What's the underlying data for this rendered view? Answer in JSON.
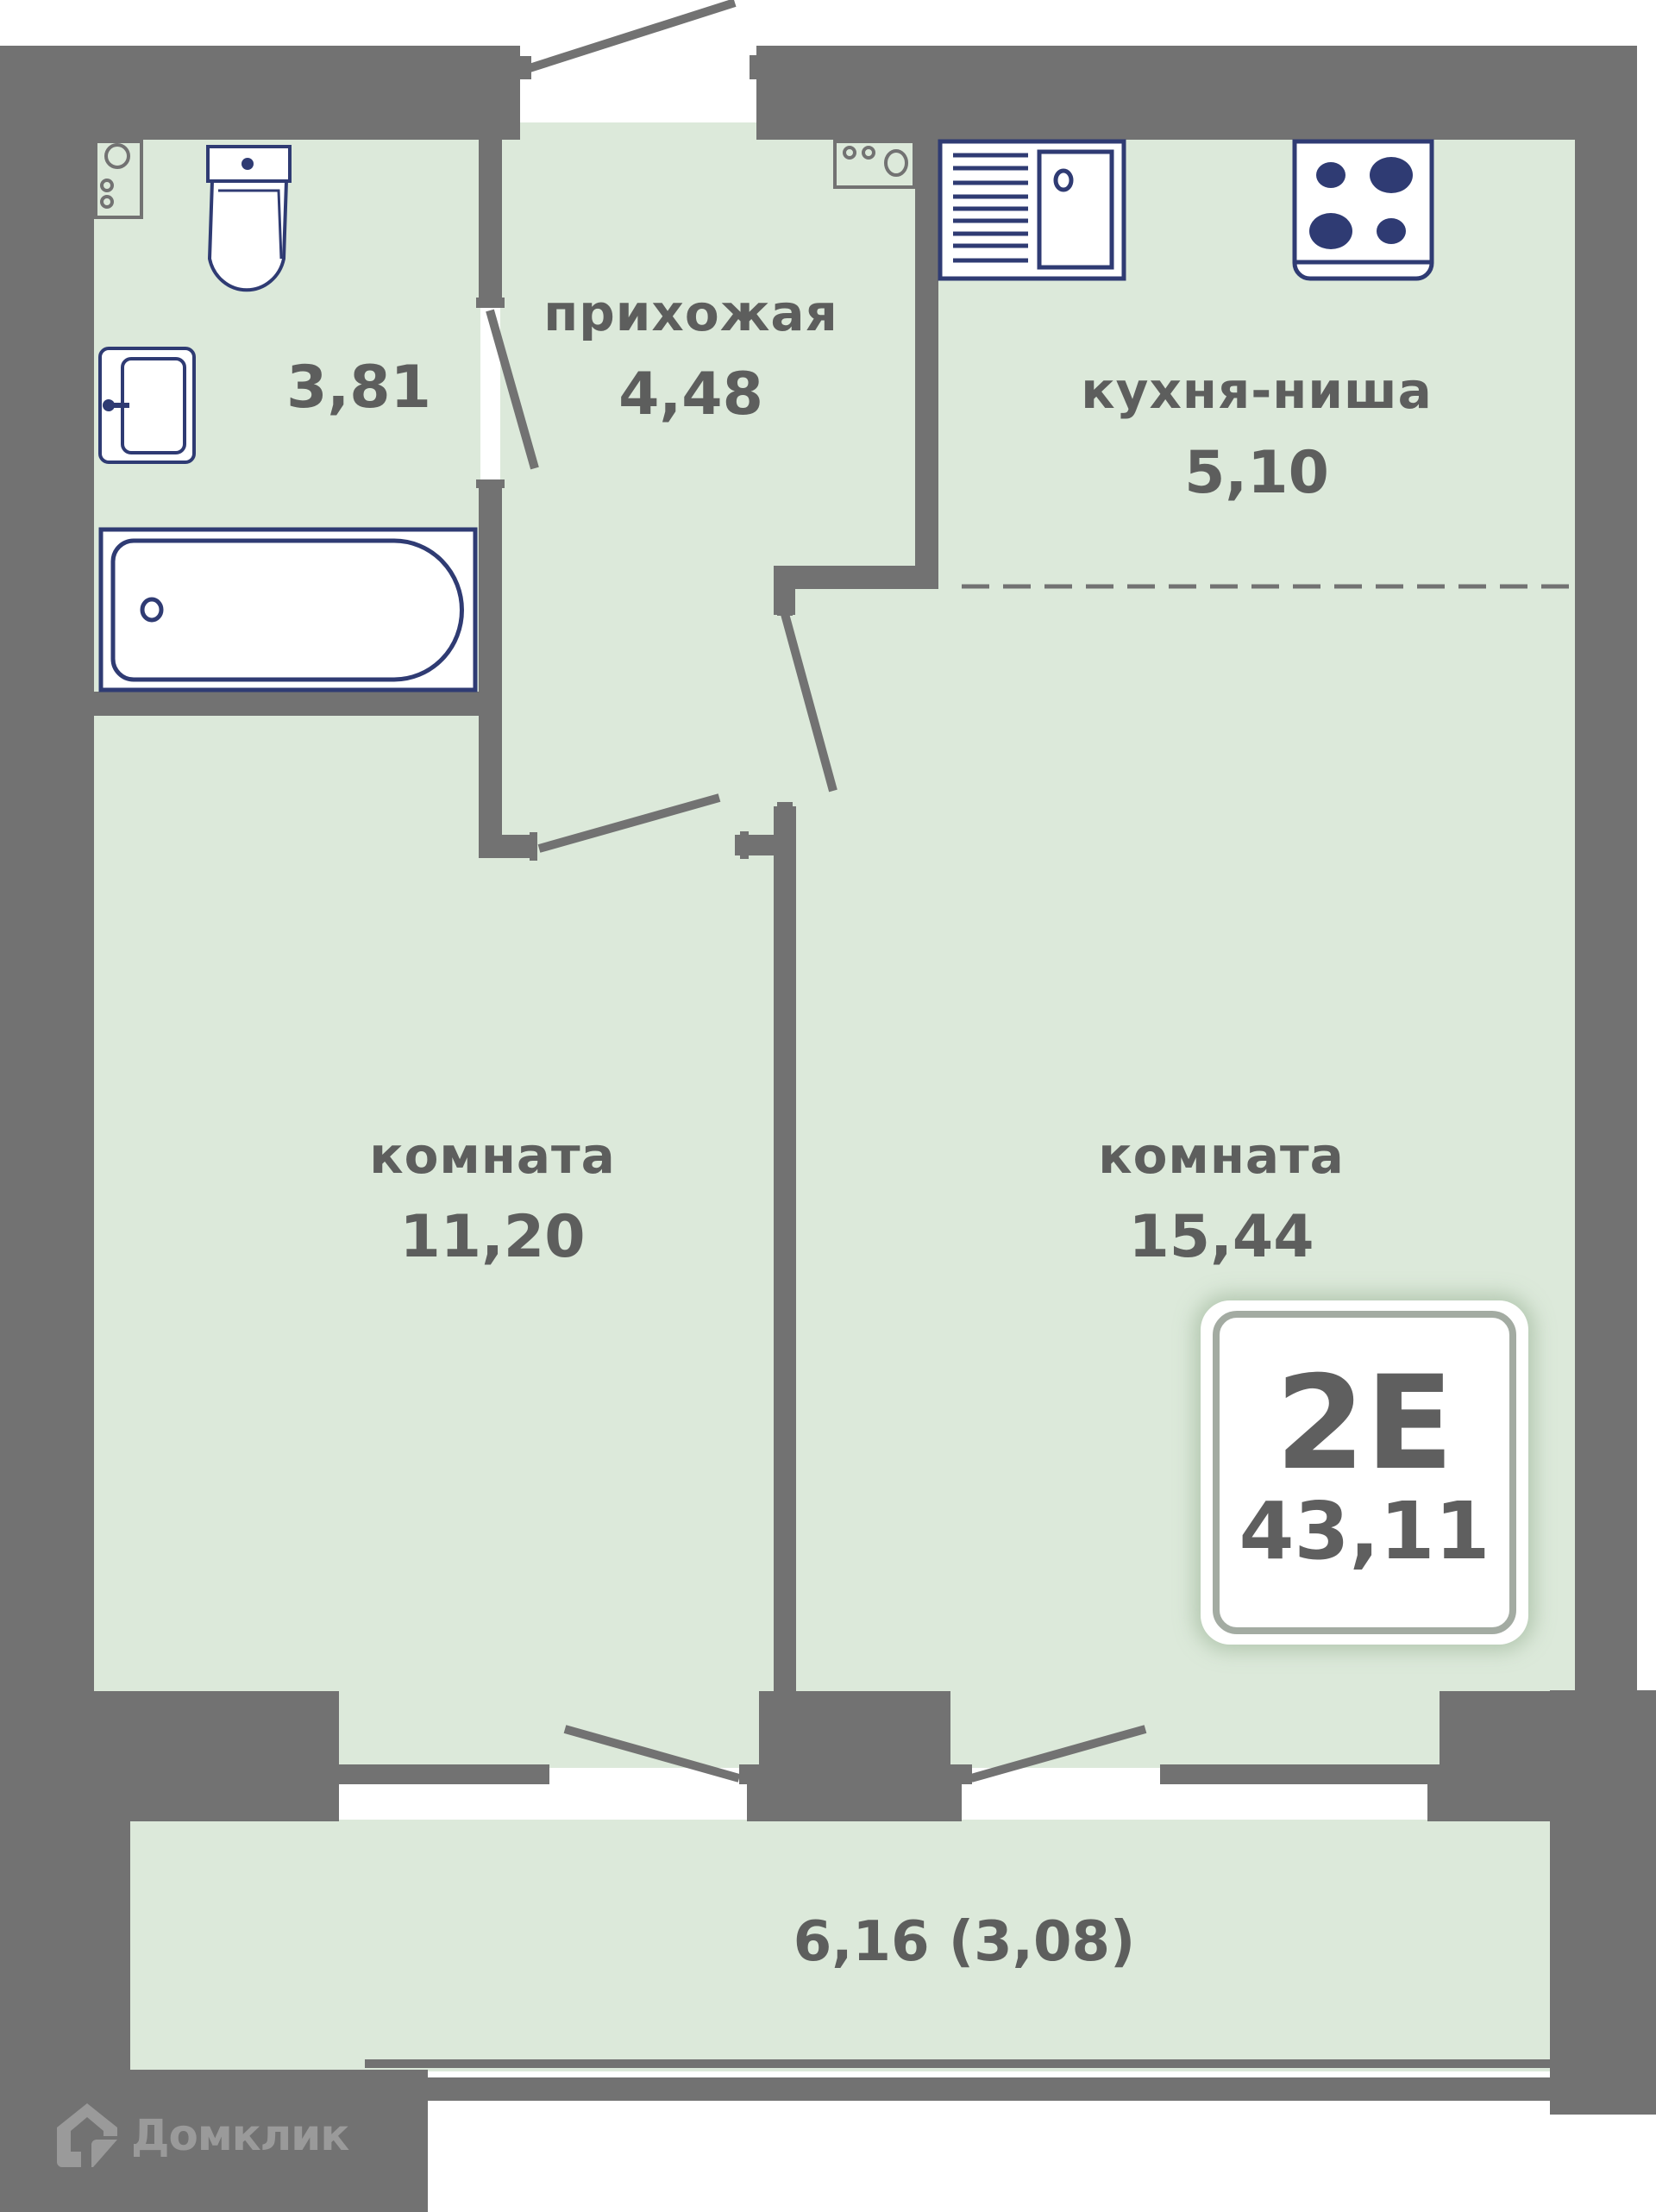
{
  "plan": {
    "unit_type": "2Е",
    "total_area": "43,11",
    "rooms": [
      {
        "id": "bathroom",
        "name": "",
        "area": "3,81"
      },
      {
        "id": "hallway",
        "name": "прихожая",
        "area": "4,48"
      },
      {
        "id": "kitchen",
        "name": "кухня-ниша",
        "area": "5,10"
      },
      {
        "id": "room_left",
        "name": "комната",
        "area": "11,20"
      },
      {
        "id": "room_right",
        "name": "комната",
        "area": "15,44"
      },
      {
        "id": "balcony",
        "name": "",
        "area": "6,16 (3,08)"
      }
    ],
    "fixtures": [
      "toilet-icon",
      "washbasin-icon",
      "bathtub-icon",
      "kitchen-sink-icon",
      "stove-icon",
      "vent-shaft-icon"
    ]
  },
  "watermark": {
    "brand": "Домклик",
    "icon": "domclick-house-icon"
  },
  "colors": {
    "wall": "#727272",
    "floor": "#dce9da",
    "fixture_stroke": "#2f3b73",
    "text": "#5d5e5d",
    "badge_border": "#a3aba2"
  }
}
